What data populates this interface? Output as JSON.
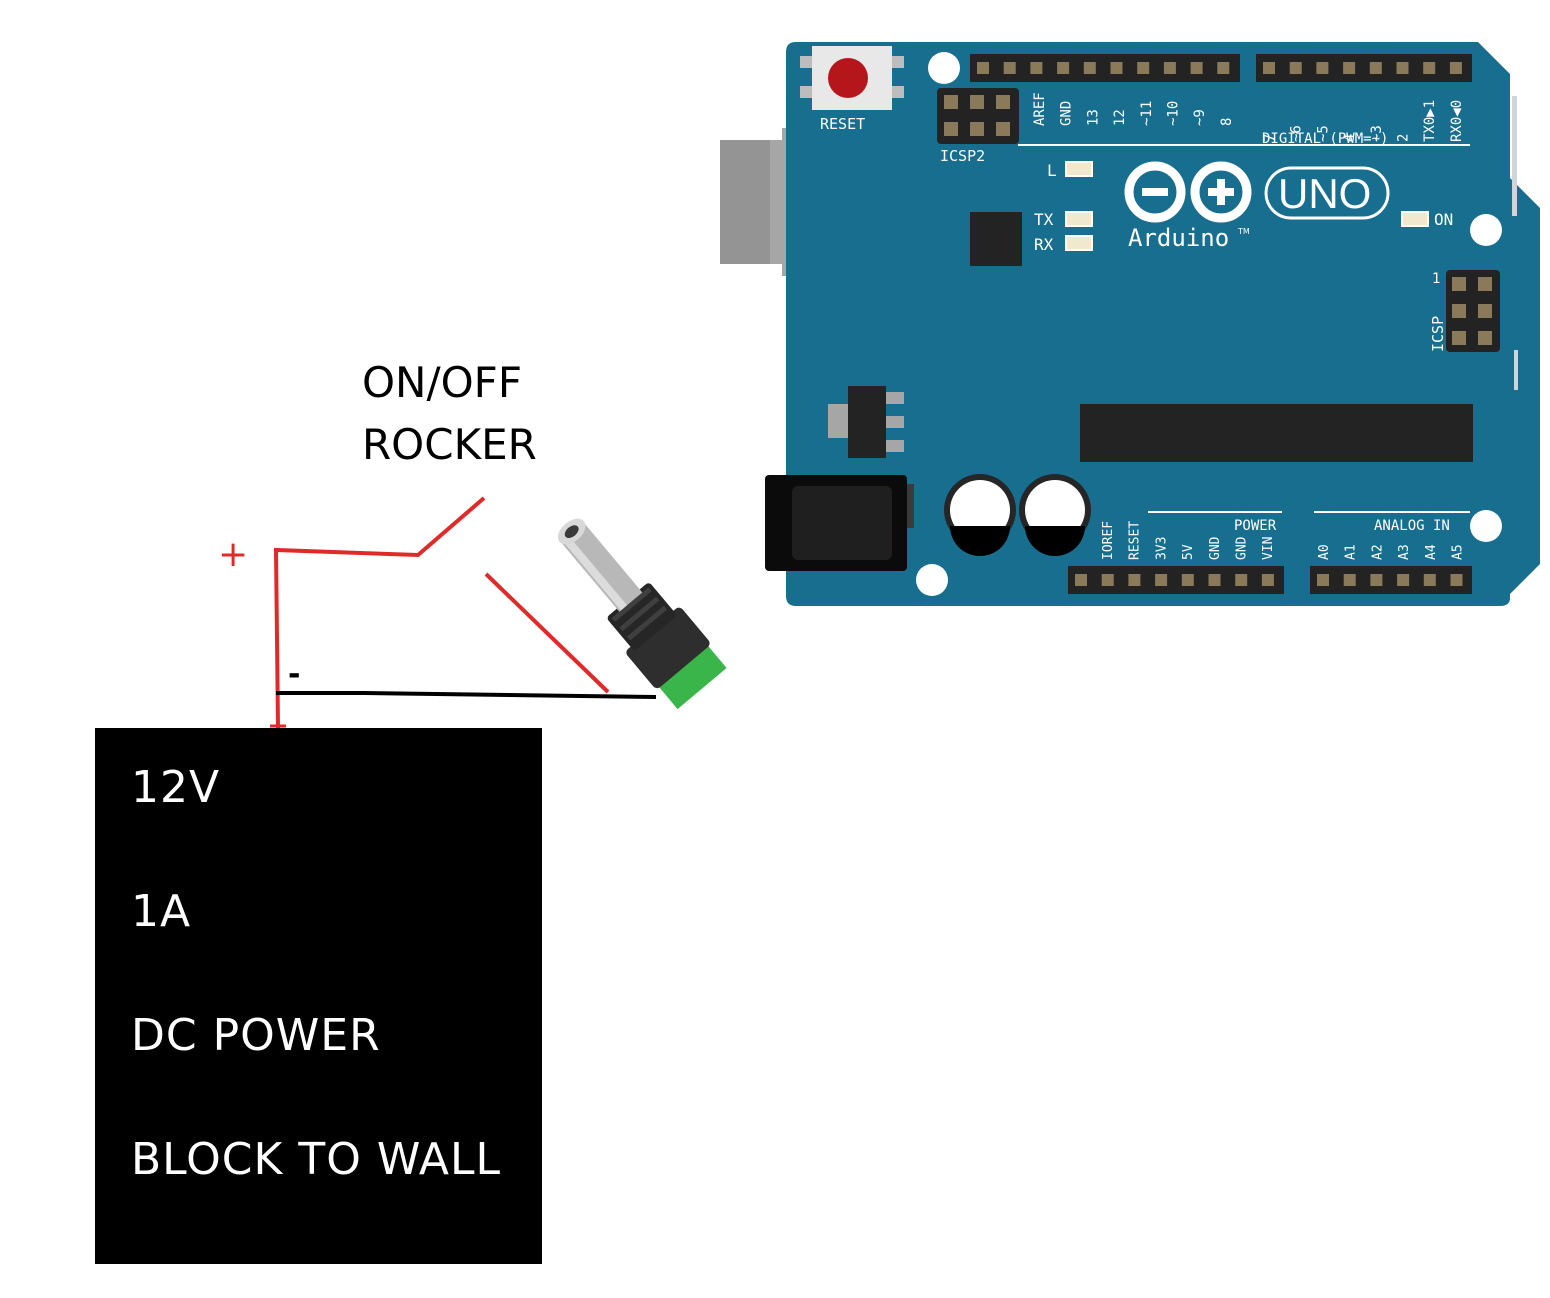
{
  "switch_label": [
    "ON/OFF",
    "ROCKER"
  ],
  "polarity": {
    "plus": "+",
    "minus": "-"
  },
  "power_supply": {
    "lines": [
      "12V",
      "1A",
      "DC POWER",
      "BLOCK TO WALL"
    ]
  },
  "board": {
    "name": "UNO",
    "brand": "Arduino",
    "trademark": "TM",
    "reset": "RESET",
    "icsp2": "ICSP2",
    "icsp": "ICSP",
    "icsp_pin1": "1",
    "digital_title": "DIGITAL (PWM=~)",
    "digital_left": [
      "AREF",
      "GND",
      "13",
      "12",
      "~11",
      "~10",
      "~9",
      "8"
    ],
    "digital_right": [
      "7",
      "~6",
      "~5",
      "4",
      "~3",
      "2",
      "TX0▶1",
      "RX0◀0"
    ],
    "leds": [
      "L",
      "TX",
      "RX",
      "ON"
    ],
    "power_title": "POWER",
    "power_pins": [
      "IOREF",
      "RESET",
      "3V3",
      "5V",
      "GND",
      "GND",
      "VIN"
    ],
    "analog_title": "ANALOG IN",
    "analog_pins": [
      "A0",
      "A1",
      "A2",
      "A3",
      "A4",
      "A5"
    ]
  },
  "colors": {
    "board": "#176e8f",
    "wire_red": "#e02a2a",
    "wire_black": "#000000",
    "reset_button": "#b5161c",
    "terminal_green": "#39b54a"
  }
}
